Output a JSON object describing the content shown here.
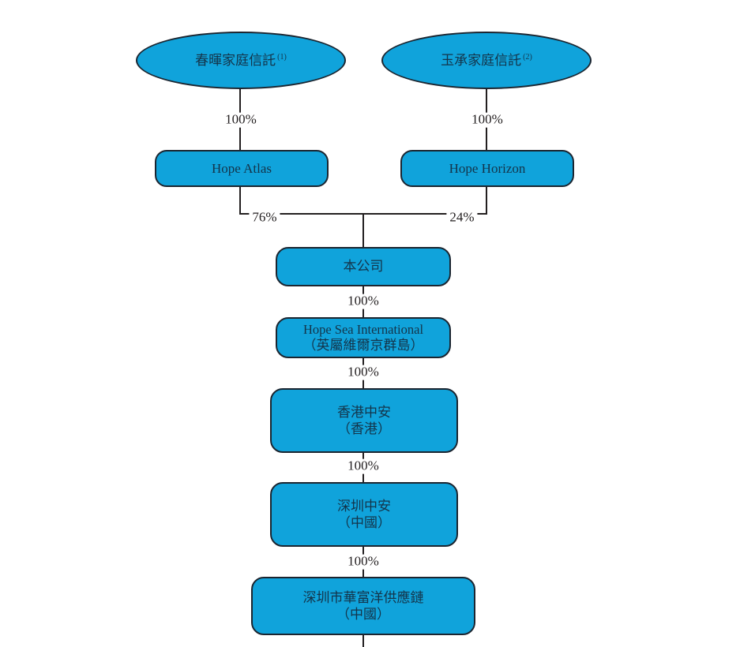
{
  "diagram": {
    "type": "corporate-shareholding-structure-flowchart",
    "colors": {
      "background": "#ffffff",
      "node_fill": "#10A3DB",
      "node_border": "#1B2530",
      "node_text": "#14344A",
      "line": "#231F20",
      "label_text": "#231F20"
    },
    "trust_branches": [
      {
        "trust_label": "春暉家庭信託",
        "trust_note": "(1)",
        "ownership_label": "100%",
        "holding_company": "Hope Atlas",
        "stake_label": "76%"
      },
      {
        "trust_label": "玉承家庭信託",
        "trust_note": "(2)",
        "ownership_label": "100%",
        "holding_company": "Hope Horizon",
        "stake_label": "24%"
      }
    ],
    "company": {
      "name": "本公司"
    },
    "subsidiary_chain": [
      {
        "ownership_label": "100%",
        "name": "Hope Sea International",
        "location": "（英屬維爾京群島）"
      },
      {
        "ownership_label": "100%",
        "name": "香港中安",
        "location": "（香港）"
      },
      {
        "ownership_label": "100%",
        "name": "深圳中安",
        "location": "（中國）"
      },
      {
        "ownership_label": "100%",
        "name": "深圳市華富洋供應鏈",
        "location": "（中國）"
      }
    ]
  }
}
